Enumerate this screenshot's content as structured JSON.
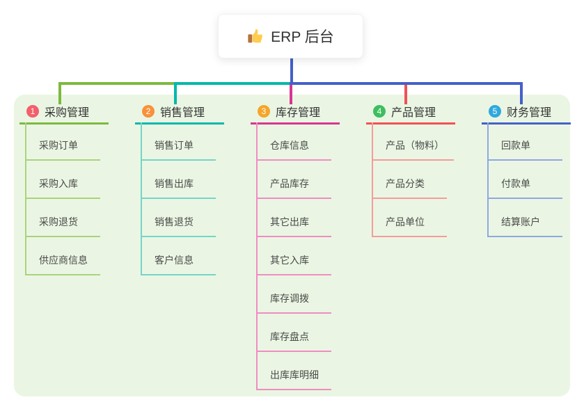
{
  "root": {
    "title": "ERP 后台",
    "icon": "thumbs-up"
  },
  "colors": {
    "panel_bg": "#EAF6E3",
    "connector": "#4461C8",
    "card_bg": "#FFFFFF",
    "header_text": "#333333",
    "child_text": "#4A4A4A"
  },
  "branches": [
    {
      "index": "1",
      "label": "采购管理",
      "colors": {
        "badge": "#F2606B",
        "main": "#7CBA3F",
        "light": "#A8D37D"
      },
      "children": [
        "采购订单",
        "采购入库",
        "采购退货",
        "供应商信息"
      ]
    },
    {
      "index": "2",
      "label": "销售管理",
      "colors": {
        "badge": "#F8913A",
        "main": "#00B8AC",
        "light": "#74D4C9"
      },
      "children": [
        "销售订单",
        "销售出库",
        "销售退货",
        "客户信息"
      ]
    },
    {
      "index": "3",
      "label": "库存管理",
      "colors": {
        "badge": "#F5A62A",
        "main": "#D93591",
        "light": "#F08CC1"
      },
      "children": [
        "仓库信息",
        "产品库存",
        "其它出库",
        "其它入库",
        "库存调拨",
        "库存盘点",
        "出库库明细"
      ]
    },
    {
      "index": "4",
      "label": "产品管理",
      "colors": {
        "badge": "#3EBE5F",
        "main": "#F25056",
        "light": "#F59B9B"
      },
      "children": [
        "产品（物料）",
        "产品分类",
        "产品单位"
      ]
    },
    {
      "index": "5",
      "label": "财务管理",
      "colors": {
        "badge": "#2FA8DE",
        "main": "#4461C8",
        "light": "#90A7E0"
      },
      "children": [
        "回款单",
        "付款单",
        "结算账户"
      ]
    }
  ]
}
